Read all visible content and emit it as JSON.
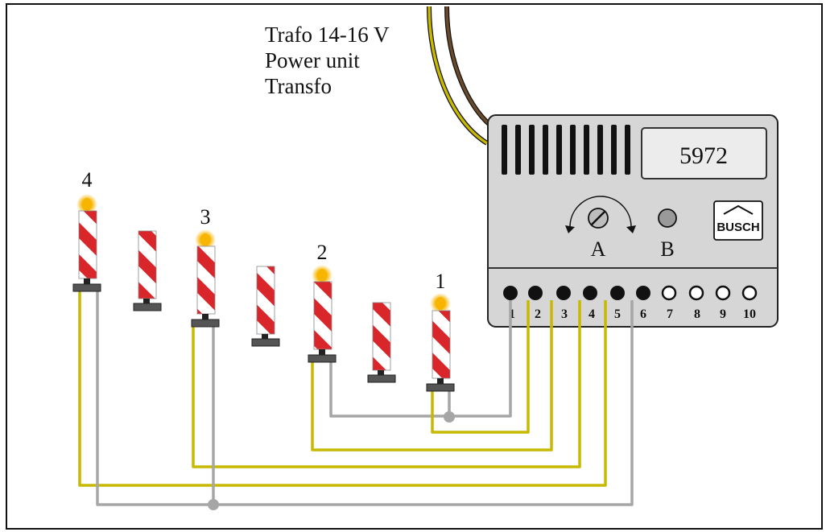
{
  "supply": {
    "line1": "Trafo 14-16 V",
    "line2": "Power unit",
    "line3": "Transfo"
  },
  "unit": {
    "model": "5972",
    "pot_label": "A",
    "button_label": "B",
    "logo": "BUSCH",
    "terminals": [
      "1",
      "2",
      "3",
      "4",
      "5",
      "6",
      "7",
      "8",
      "9",
      "10"
    ]
  },
  "beacons": {
    "b1": "1",
    "b2": "2",
    "b3": "3",
    "b4": "4"
  },
  "colors": {
    "wire_yellow": "#c9b800",
    "wire_gray": "#a6a6a6",
    "wire_brown": "#6b4a2b",
    "stripe_red": "#d8262b",
    "housing": "#d6d6d6",
    "lamp": "#f7b500"
  }
}
